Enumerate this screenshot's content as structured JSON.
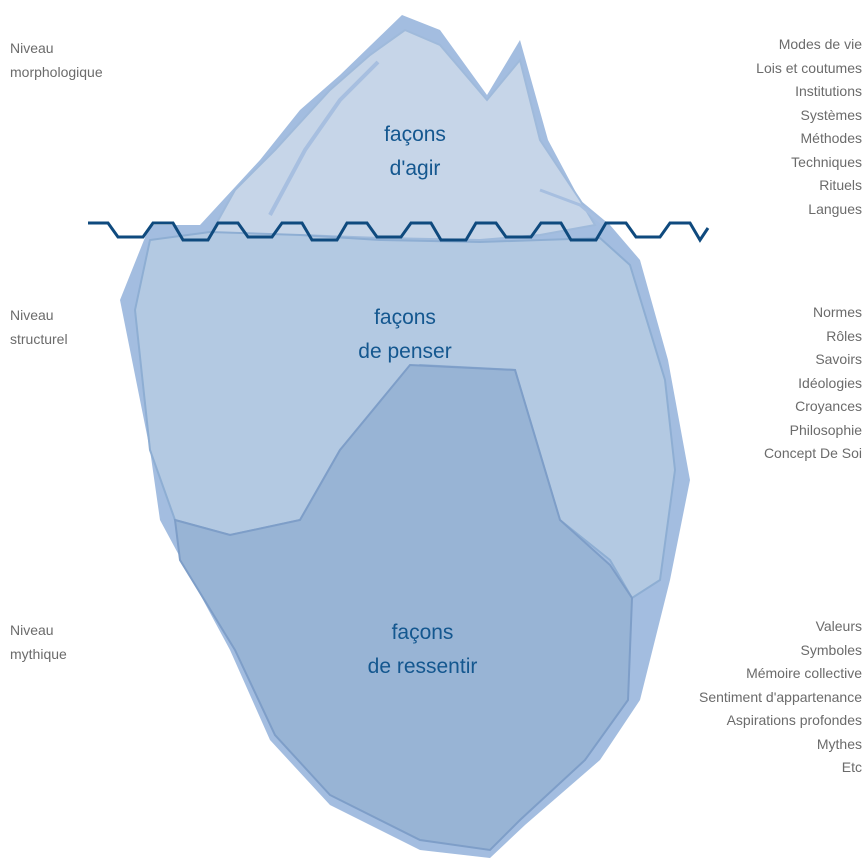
{
  "levels": [
    {
      "name": "Niveau\nmorphologique",
      "title": "façons\nd'agir",
      "items": [
        "Modes de vie",
        "Lois et coutumes",
        "Institutions",
        "Systèmes",
        "Méthodes",
        "Techniques",
        "Rituels",
        "Langues"
      ]
    },
    {
      "name": "Niveau\nstructurel",
      "title": "façons\nde penser",
      "items": [
        "Normes",
        "Rôles",
        "Savoirs",
        "Idéologies",
        "Croyances",
        "Philosophie",
        "Concept De Soi"
      ]
    },
    {
      "name": "Niveau\nmythique",
      "title": "façons\nde ressentir",
      "items": [
        "Valeurs",
        "Symboles",
        "Mémoire collective",
        "Sentiment d'appartenance",
        "Aspirations profondes",
        "Mythes",
        "Etc"
      ]
    }
  ],
  "colors": {
    "tip": "#c6d5e8",
    "tip_edge": "#9fbadb",
    "middle": "#b3c9e2",
    "middle_edge": "#8eaed3",
    "base": "#98b4d5",
    "base_edge": "#7e9ec8",
    "waterline": "#0f4a7e",
    "title_text": "#14578f",
    "label_text": "#6b6b6b"
  }
}
